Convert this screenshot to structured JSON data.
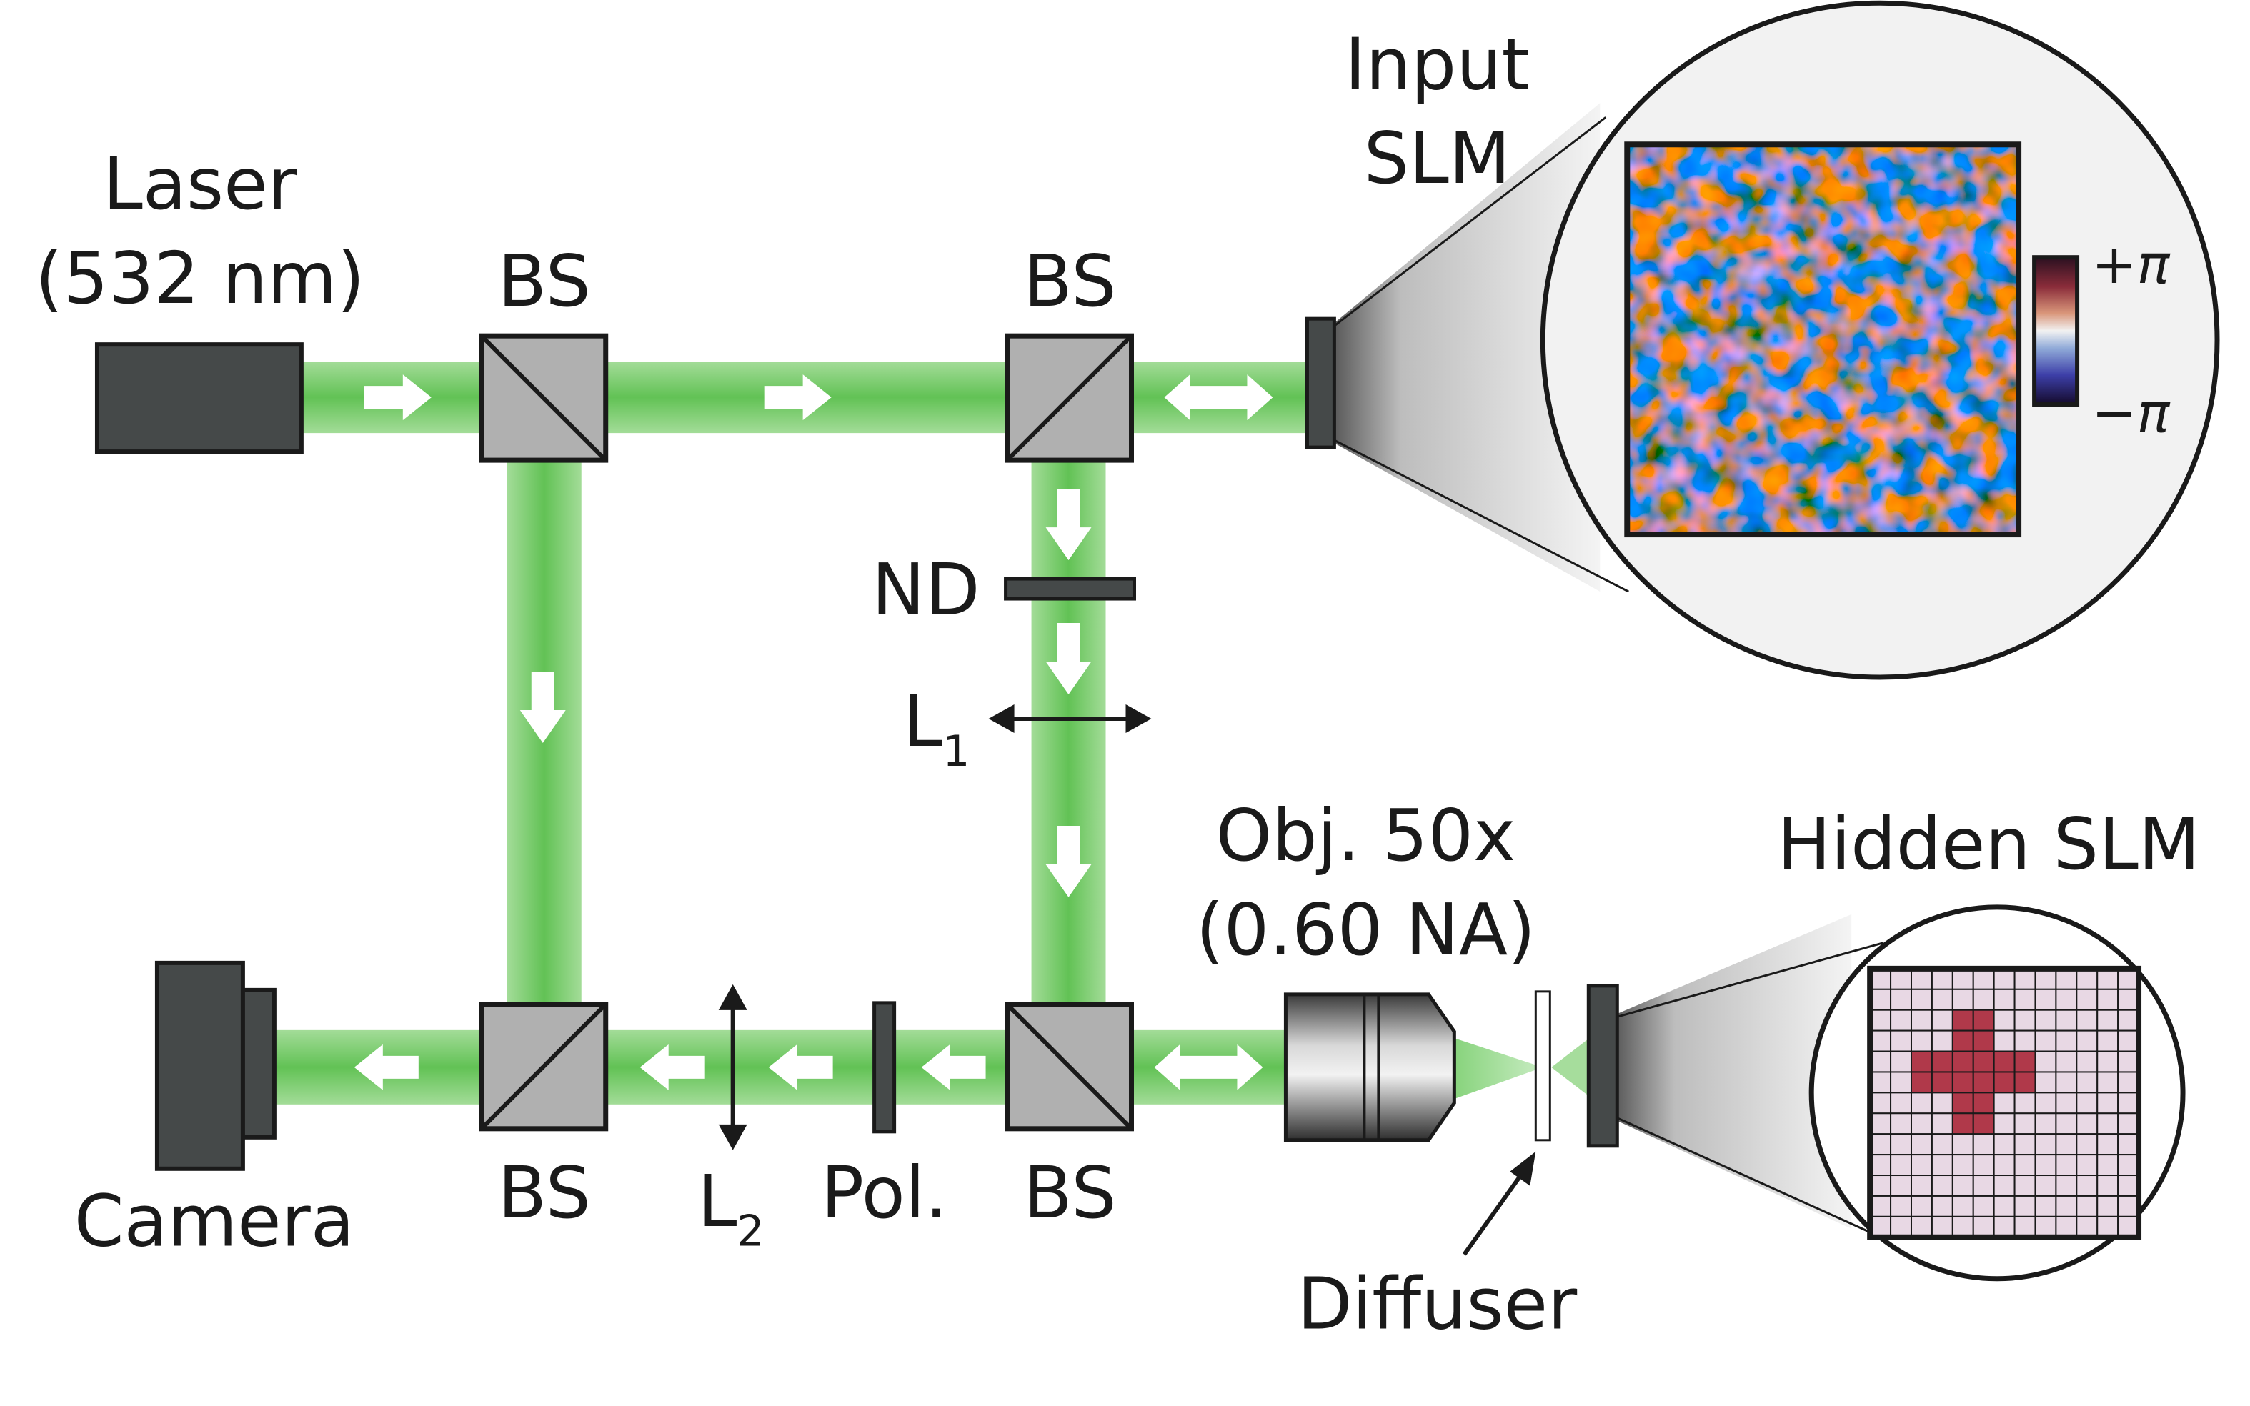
{
  "labels": {
    "laser": {
      "line1": "Laser",
      "line2": "(532 nm)"
    },
    "bs_top_left": "BS",
    "bs_top_right": "BS",
    "bs_bottom_left": "BS",
    "bs_bottom_right": "BS",
    "input_slm": {
      "line1": "Input",
      "line2": "SLM"
    },
    "nd": "ND",
    "l1": {
      "main": "L",
      "sub": "1"
    },
    "l2": {
      "main": "L",
      "sub": "2"
    },
    "pol": "Pol.",
    "camera": "Camera",
    "objective": {
      "line1": "Obj. 50x",
      "line2": "(0.60 NA)"
    },
    "diffuser": "Diffuser",
    "hidden_slm": "Hidden SLM",
    "colorbar_plus": "+π",
    "colorbar_minus": "−π"
  },
  "colors": {
    "beam": "#7ccb6f",
    "beam_core": "#5fbf52",
    "component_dark": "#444848",
    "bs_fill": "#b0b0b0",
    "inset_bg": "#f2f2f2",
    "hidden_cell": "#e8d8e4",
    "hidden_cross": "#b0394a",
    "arrow": "#ffffff"
  },
  "icons": {
    "beam_arrow": "white-arrow-icon",
    "lens": "double-arrow-lens-icon"
  },
  "hidden_slm_pattern": {
    "grid_size": 13,
    "cross_cells": [
      [
        4,
        2
      ],
      [
        5,
        2
      ],
      [
        4,
        3
      ],
      [
        5,
        3
      ],
      [
        2,
        4
      ],
      [
        3,
        4
      ],
      [
        4,
        4
      ],
      [
        5,
        4
      ],
      [
        6,
        4
      ],
      [
        7,
        4
      ],
      [
        2,
        5
      ],
      [
        3,
        5
      ],
      [
        4,
        5
      ],
      [
        5,
        5
      ],
      [
        6,
        5
      ],
      [
        7,
        5
      ],
      [
        4,
        6
      ],
      [
        5,
        6
      ],
      [
        4,
        7
      ],
      [
        5,
        7
      ]
    ]
  }
}
